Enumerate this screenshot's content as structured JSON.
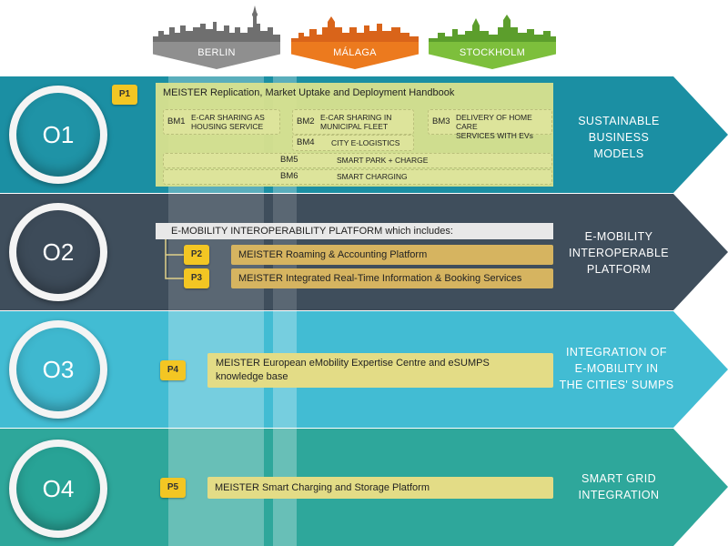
{
  "cities": [
    {
      "name": "BERLIN",
      "color": "#8f8f8f",
      "skyline_color": "#6f6f6f"
    },
    {
      "name": "MÁLAGA",
      "color": "#ec7a1e",
      "skyline_color": "#d9641a"
    },
    {
      "name": "STOCKHOLM",
      "color": "#7dbf3c",
      "skyline_color": "#5c9e2c"
    }
  ],
  "objectives": [
    {
      "id": "O1",
      "band_color": "#1b8fa3",
      "circle_color": "#1f93a6",
      "label_lines": [
        "SUSTAINABLE",
        "BUSINESS",
        "MODELS"
      ]
    },
    {
      "id": "O2",
      "band_color": "#3f4e5c",
      "circle_color": "#3d4b59",
      "label_lines": [
        "E-MOBILITY",
        "INTEROPERABLE",
        "PLATFORM"
      ]
    },
    {
      "id": "O3",
      "band_color": "#42bcd3",
      "circle_color": "#3fb8cf",
      "label_lines": [
        "INTEGRATION OF",
        "E-MOBILITY IN",
        "THE CITIES' SUMPS"
      ]
    },
    {
      "id": "O4",
      "band_color": "#2ea79b",
      "circle_color": "#28a396",
      "label_lines": [
        "SMART GRID",
        "INTEGRATION"
      ]
    }
  ],
  "o1": {
    "p_tag": "P1",
    "p_title": "MEISTER  Replication, Market Uptake and Deployment Handbook",
    "bm1": {
      "code": "BM1",
      "lines": [
        "E-CAR SHARING AS",
        "HOUSING SERVICE"
      ]
    },
    "bm2": {
      "code": "BM2",
      "lines": [
        "E-CAR SHARING IN",
        "MUNICIPAL FLEET"
      ]
    },
    "bm3": {
      "code": "BM3",
      "lines": [
        "DELIVERY OF HOME CARE",
        "SERVICES WITH EVs"
      ]
    },
    "bm4": {
      "code": "BM4",
      "text": "CITY E-LOGISTICS"
    },
    "bm5": {
      "code": "BM5",
      "text": "SMART PARK + CHARGE"
    },
    "bm6": {
      "code": "BM6",
      "text": "SMART CHARGING"
    }
  },
  "o2": {
    "platform_title": "E-MOBILITY INTEROPERABILITY PLATFORM which includes:",
    "p2_tag": "P2",
    "p2_text": "MEISTER Roaming & Accounting Platform",
    "p3_tag": "P3",
    "p3_text": "MEISTER Integrated Real-Time Information & Booking Services"
  },
  "o3": {
    "p4_tag": "P4",
    "p4_lines": [
      "MEISTER European eMobility Expertise Centre and eSUMPS",
      "knowledge base"
    ]
  },
  "o4": {
    "p5_tag": "P5",
    "p5_text": "MEISTER Smart Charging and Storage Platform"
  }
}
